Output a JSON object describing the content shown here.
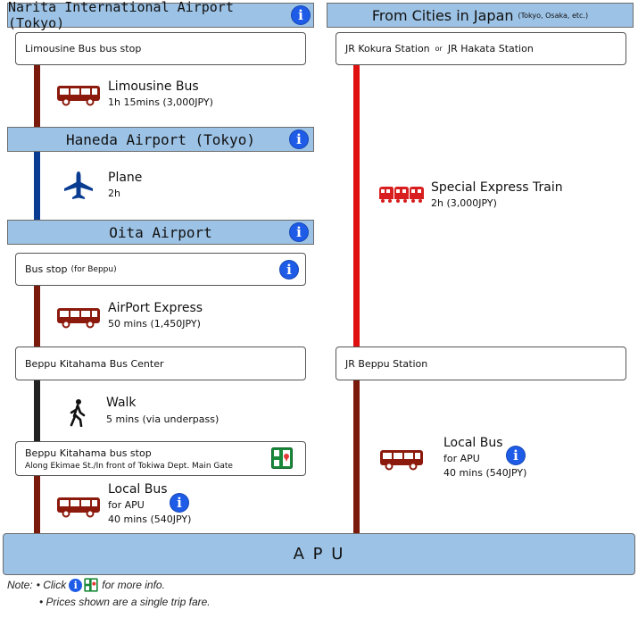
{
  "left": {
    "narita": {
      "title": "Narita International Airport (Tokyo)"
    },
    "limousine_stop": {
      "label": "Limousine Bus bus stop"
    },
    "limousine": {
      "name": "Limousine Bus",
      "detail": "1h 15mins (3,000JPY)"
    },
    "haneda": {
      "title": "Haneda Airport (Tokyo)"
    },
    "plane": {
      "name": "Plane",
      "detail": "2h"
    },
    "oita": {
      "title": "Oita Airport"
    },
    "bus_stop": {
      "label": "Bus stop",
      "note": "(for Beppu)"
    },
    "airport_express": {
      "name": "AirPort Express",
      "detail": "50 mins (1,450JPY)"
    },
    "kitahama_center": {
      "label": "Beppu Kitahama Bus Center"
    },
    "walk": {
      "name": "Walk",
      "detail": "5 mins (via underpass)"
    },
    "kitahama_stop": {
      "label": "Beppu Kitahama bus stop",
      "sub": "Along Ekimae St./In front of Tokiwa Dept. Main Gate"
    },
    "local_bus": {
      "name": "Local Bus",
      "for": "for APU",
      "detail": "40 mins (540JPY)"
    }
  },
  "right": {
    "cities": {
      "title": "From Cities in Japan",
      "note": "(Tokyo, Osaka, etc.)"
    },
    "jr_stations": {
      "first": "JR Kokura Station",
      "or": "or",
      "second": "JR Hakata Station"
    },
    "express": {
      "name": "Special Express Train",
      "detail": "2h (3,000JPY)"
    },
    "beppu_station": {
      "label": "JR Beppu Station"
    },
    "local_bus": {
      "name": "Local Bus",
      "for": "for APU",
      "detail": "40 mins (540JPY)"
    }
  },
  "destination": {
    "label": "A P U"
  },
  "notes": {
    "prefix": "Note:",
    "line1_a": "• Click",
    "line1_b": "for more info.",
    "line2": "• Prices shown are a single trip fare."
  },
  "icons": {
    "info": "i"
  },
  "colors": {
    "header_bg": "#9cc2e5",
    "bus_line": "#7a1a0c",
    "plane_line": "#0a3d91",
    "train_line": "#e01010",
    "walk_line": "#222222",
    "info_blue": "#1e5be6",
    "bus_icon": "#8b1a0c",
    "train_icon": "#d81e1e"
  }
}
